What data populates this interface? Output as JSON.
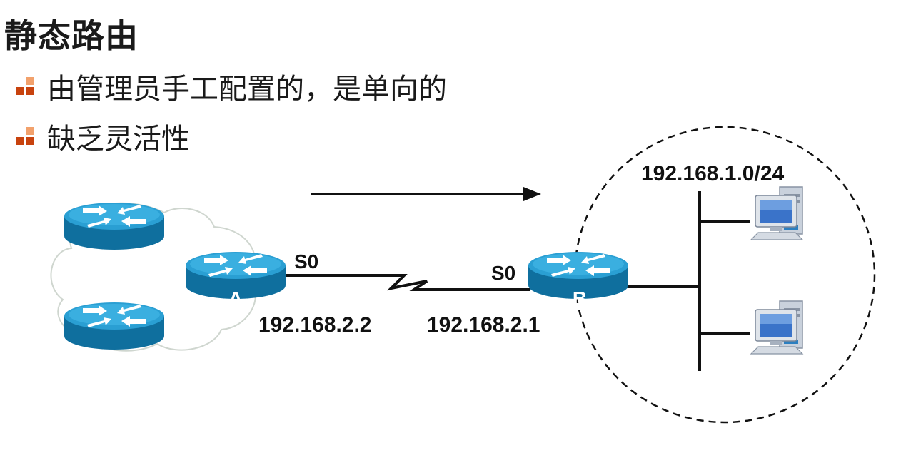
{
  "title": "静态路由",
  "bullets": [
    {
      "text": "由管理员手工配置的，是单向的",
      "icon": "orange-square-bullet-icon"
    },
    {
      "text": "缺乏灵活性",
      "icon": "orange-square-bullet-icon"
    }
  ],
  "diagram": {
    "router_a": {
      "name": "A",
      "interface": "S0",
      "ip": "192.168.2.2"
    },
    "router_b": {
      "name": "B",
      "interface": "S0",
      "ip": "192.168.2.1"
    },
    "network": "192.168.1.0/24",
    "icons": [
      "router-icon",
      "computer-icon",
      "direction-arrow-icon",
      "cloud-outline-icon"
    ],
    "colors": {
      "router": "#1a93c6",
      "bullet_dark": "#c8430e",
      "bullet_light": "#f2a16c"
    }
  }
}
